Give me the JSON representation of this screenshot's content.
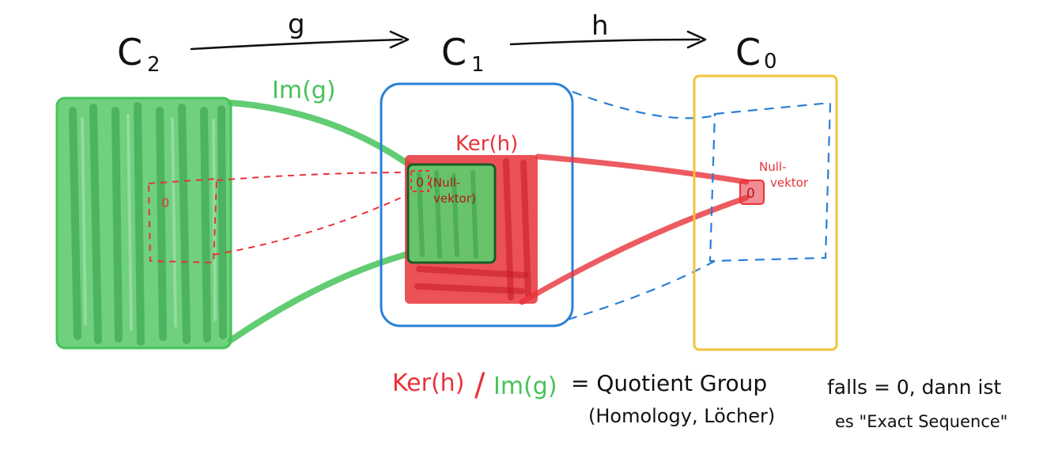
{
  "spaces": {
    "c2": {
      "base": "C",
      "sub": "2"
    },
    "c1": {
      "base": "C",
      "sub": "1"
    },
    "c0": {
      "base": "C",
      "sub": "0"
    }
  },
  "maps": {
    "g": "g",
    "h": "h"
  },
  "labels": {
    "im_g": "Im(g)",
    "ker_h": "Ker(h)",
    "zero_c2": "0",
    "zero_c1": "0",
    "nullvektor_c1_line1": "(Null-",
    "nullvektor_c1_line2": "vektor)",
    "zero_c0": "0",
    "nullvektor_c0_line1": "Null-",
    "nullvektor_c0_line2": "vektor"
  },
  "formula": {
    "ker": "Ker(h)",
    "slash": "/",
    "im": "Im(g)",
    "equals_text": "= Quotient Group",
    "homology": "(Homology, Löcher)",
    "falls_line1": "falls = 0, dann ist",
    "falls_line2": "es \"Exact Sequence\""
  },
  "colors": {
    "green": "#46c35a",
    "red": "#e8323a",
    "blue": "#2a7fd6",
    "yellow": "#f2c43a",
    "ink": "#111111"
  }
}
